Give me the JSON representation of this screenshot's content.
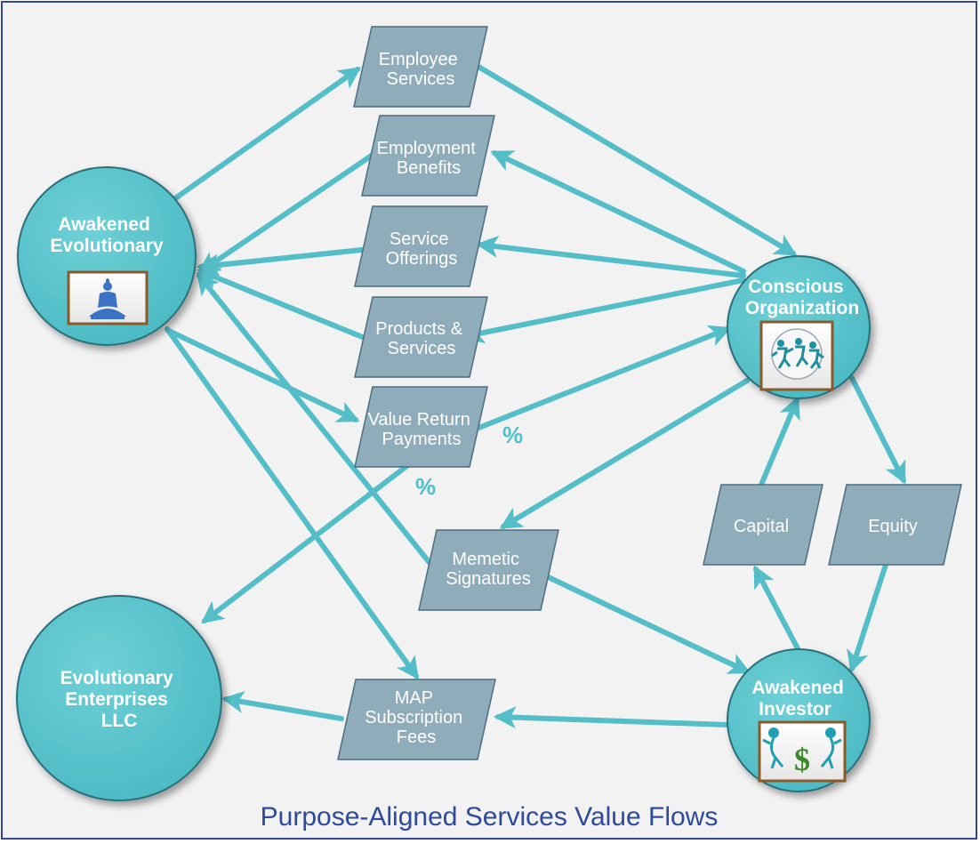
{
  "title": "Purpose-Aligned Services Value Flows",
  "colors": {
    "background": "#f2f2f2",
    "frame": "#33469a",
    "node_fill": "#54c3cb",
    "parallelogram_fill": "#8facbb",
    "arrow": "#54bec8",
    "title": "#2f4a9a"
  },
  "nodes": {
    "awakened_evolutionary": {
      "lines": [
        "Awakened",
        "Evolutionary"
      ],
      "icon": "buddha-icon"
    },
    "conscious_organization": {
      "lines": [
        "Conscious",
        "Organization"
      ],
      "icon": "dancing-figures-icon"
    },
    "evolutionary_enterprises": {
      "lines": [
        "Evolutionary",
        "Enterprises",
        "LLC"
      ]
    },
    "awakened_investor": {
      "lines": [
        "Awakened",
        "Investor"
      ],
      "icon": "dollar-figures-icon"
    }
  },
  "flows": {
    "employee_services": {
      "lines": [
        "Employee",
        "Services"
      ]
    },
    "employment_benefits": {
      "lines": [
        "Employment",
        "Benefits"
      ]
    },
    "service_offerings": {
      "lines": [
        "Service",
        "Offerings"
      ]
    },
    "products_services": {
      "lines": [
        "Products &",
        "Services"
      ]
    },
    "value_return_payments": {
      "lines": [
        "Value Return",
        "Payments"
      ]
    },
    "memetic_signatures": {
      "lines": [
        "Memetic",
        "Signatures"
      ]
    },
    "map_subscription_fees": {
      "lines": [
        "MAP",
        "Subscription",
        "Fees"
      ]
    },
    "capital": {
      "lines": [
        "Capital"
      ]
    },
    "equity": {
      "lines": [
        "Equity"
      ]
    }
  },
  "percent_markers": [
    "%",
    "%"
  ]
}
